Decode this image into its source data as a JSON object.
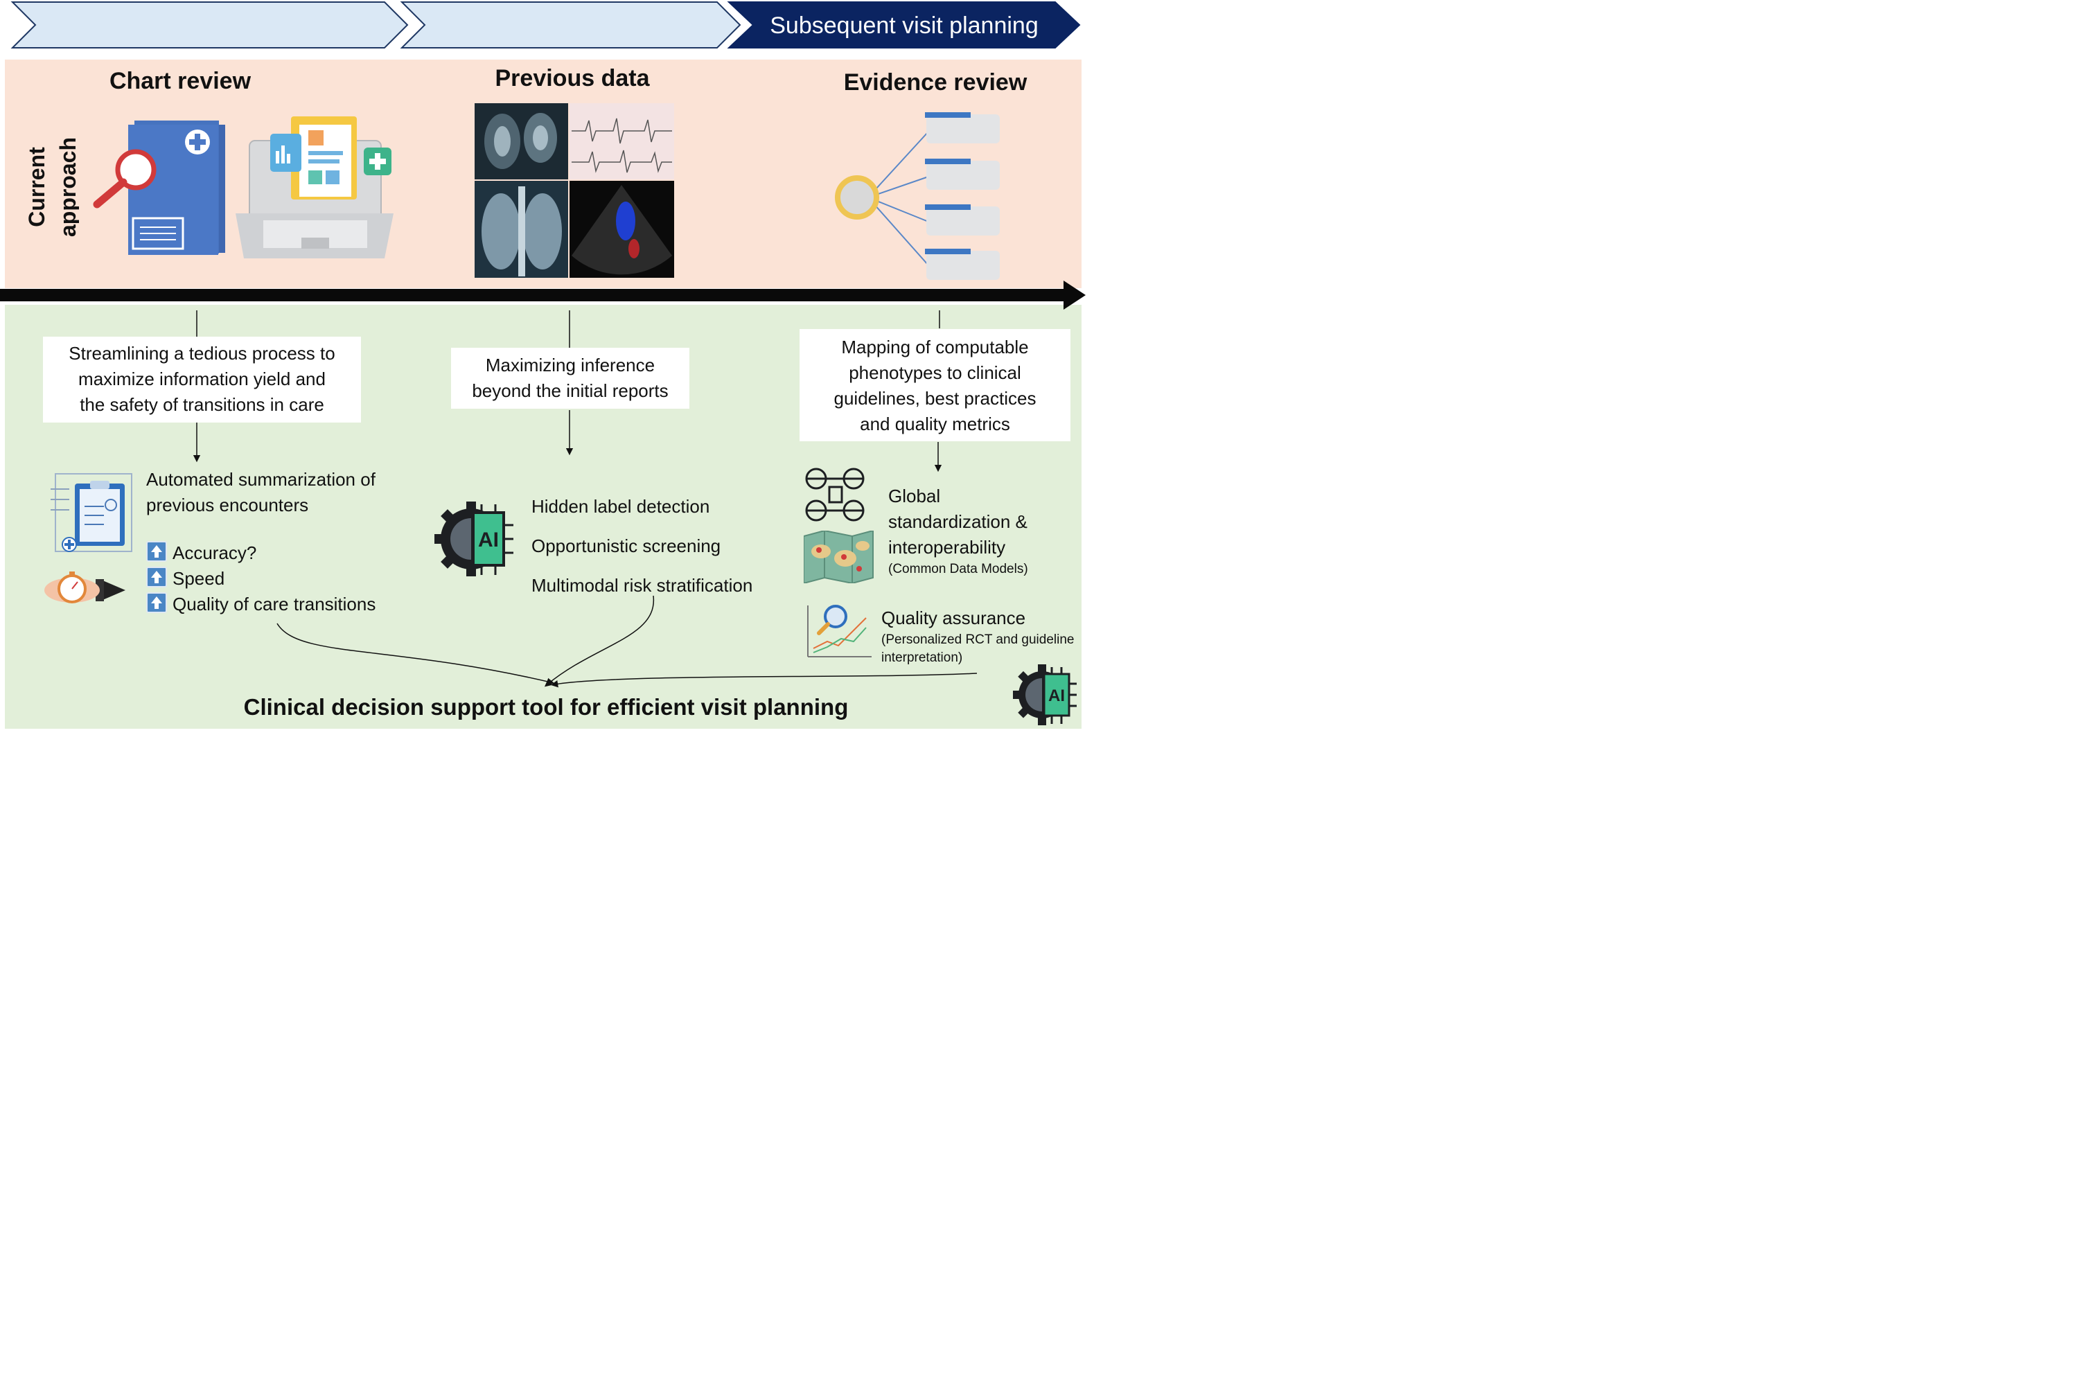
{
  "header": {
    "steps": [
      "",
      "",
      "Subsequent visit planning"
    ],
    "colors": {
      "light": "#dae8f5",
      "dark": "#0b2461",
      "outline": "#1f3864"
    }
  },
  "current": {
    "row_label": [
      "Current",
      "approach"
    ],
    "columns": [
      {
        "heading": "Chart review",
        "icons": [
          "folder-magnifier-icon",
          "laptop-record-icon"
        ]
      },
      {
        "heading": "Previous data",
        "icons": [
          "ct-scan-image",
          "ecg-image",
          "chest-xray-image",
          "echo-doppler-image"
        ]
      },
      {
        "heading": "Evidence review",
        "icons": [
          "evidence-tree-icon"
        ]
      }
    ],
    "band_color": "#fbe3d6"
  },
  "proposed": {
    "band_color": "#e2efd9",
    "col1": {
      "box_lines": [
        "Streamlining a tedious process to",
        "maximize information yield and",
        "the safety of transitions in care"
      ],
      "title_lines": [
        "Automated summarization of",
        "previous encounters"
      ],
      "bullets": [
        "Accuracy?",
        "Speed",
        "Quality of care transitions"
      ]
    },
    "col2": {
      "box_lines": [
        "Maximizing inference",
        "beyond the initial reports"
      ],
      "items": [
        "Hidden label detection",
        "Opportunistic screening",
        "Multimodal risk stratification"
      ]
    },
    "col3": {
      "box_lines": [
        "Mapping of computable",
        "phenotypes to clinical",
        "guidelines, best practices",
        "and quality metrics"
      ],
      "global_lines": [
        "Global",
        "standardization &",
        "interoperability"
      ],
      "global_note": "(Common Data Models)",
      "qa_title": "Quality assurance",
      "qa_note_lines": [
        "(Personalized RCT and guideline",
        "interpretation)"
      ]
    },
    "ai_label": "AI",
    "footer": "Clinical decision support tool for efficient visit planning"
  }
}
